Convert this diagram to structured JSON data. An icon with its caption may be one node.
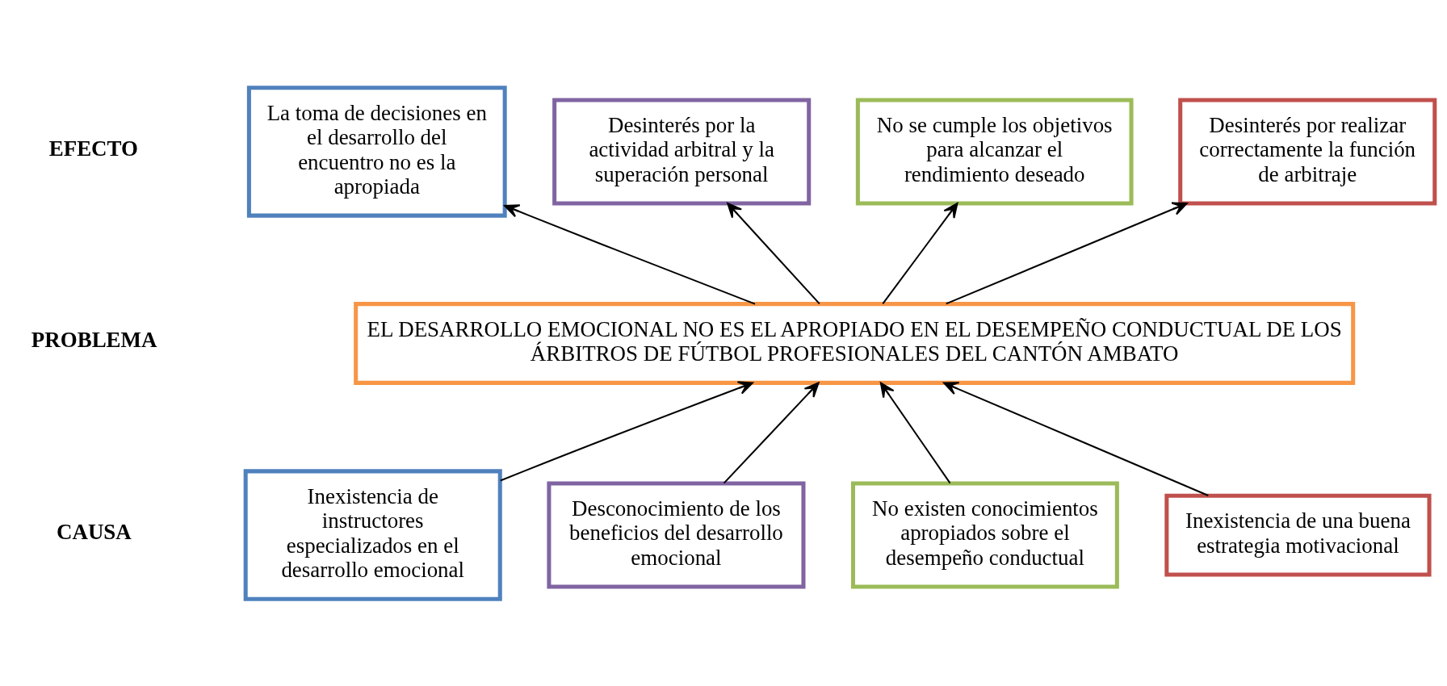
{
  "diagram": {
    "nodes": [
      {
        "text": [
          "La toma de decisiones en el desarrollo del encuentro no es la apropiada"
        ]
      },
      {
        "text": [
          "Desinterés por la actividad arbitral y la superación personal"
        ]
      },
      {
        "text": [
          "No se cumple los objetivos para alcanzar el rendimiento deseado"
        ]
      },
      {
        "text": [
          "Desinterés por realizar correctamente la función de arbitraje"
        ]
      },
      {
        "text": [
          "EL DESARROLLO EMOCIONAL NO ES EL APROPIADO EN EL DESEMPEÑO CONDUCTUAL DE LOS ÁRBITROS DE FÚTBOL PROFESIONALES DEL CANTÓN AMBATO"
        ]
      },
      {
        "text": [
          "Inexistencia de instructores especializados en el desarrollo emocional"
        ]
      },
      {
        "text": [
          "Desconocimiento de los beneficios del desarrollo emocional"
        ]
      },
      {
        "text": [
          "No existen conocimientos apropiados sobre el desempeño conductual"
        ]
      },
      {
        "text": [
          "Inexistencia de una buena estrategia motivacional"
        ]
      }
    ],
    "edges": [
      {
        "from": 4,
        "to": 0,
        "arrow": "to"
      },
      {
        "from": 4,
        "to": 1,
        "arrow": "to"
      },
      {
        "from": 4,
        "to": 2,
        "arrow": "to"
      },
      {
        "from": 4,
        "to": 3,
        "arrow": "to"
      },
      {
        "from": 5,
        "to": 4,
        "arrow": "to"
      },
      {
        "from": 6,
        "to": 4,
        "arrow": "to"
      },
      {
        "from": 7,
        "to": 4,
        "arrow": "to"
      },
      {
        "from": 8,
        "to": 4,
        "arrow": "to"
      }
    ],
    "labels": [
      "EFECTO",
      "PROBLEMA",
      "CAUSA"
    ]
  }
}
